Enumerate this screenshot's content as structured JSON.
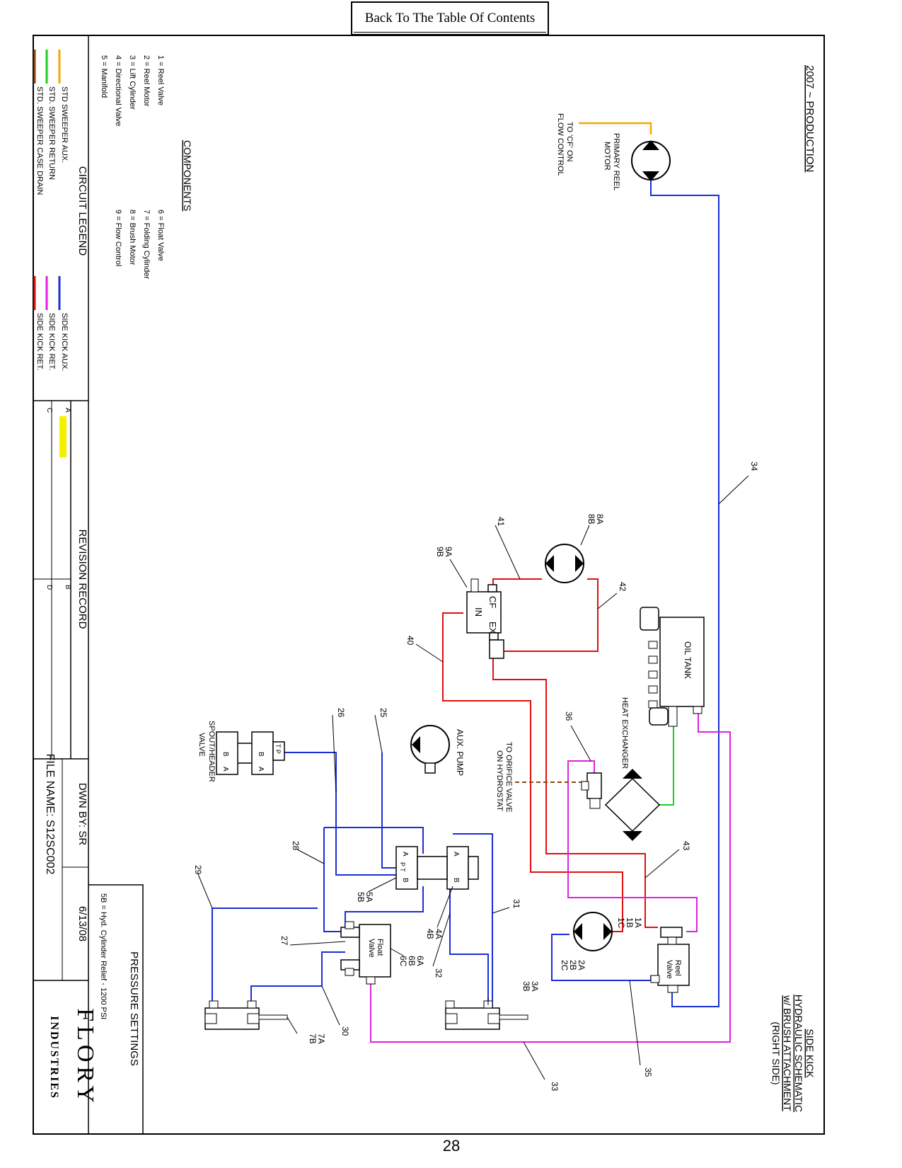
{
  "nav": {
    "toc_label": "Back To The Table Of Contents"
  },
  "page_number": "28",
  "title_block": {
    "production": "2007 ~ PRODUCTION",
    "title_line1": "SIDE KICK",
    "title_line2": "HYDRAULIC SCHEMATIC",
    "title_line3": "w/ BRUSH ATTACHMENT",
    "title_line4": "(RIGHT SIDE)",
    "dwn_by": "DWN BY: SR",
    "date": "6/13/08",
    "file_name": "FILE NAME: S12SC002",
    "company_line1": "FLORY",
    "company_line2": "INDUSTRIES",
    "pressure_title": "PRESSURE SETTINGS",
    "pressure_line": "5B = Hyd. Cylinder Relief - 1200 PSI"
  },
  "components": {
    "title": "COMPONENTS",
    "items": [
      "1 = Reel Valve",
      "2 = Reel Motor",
      "3 = Lift Cylinder",
      "4 = Directional Valve",
      "5 = Manifold",
      "6 = Float Valve",
      "7 = Folding Cylinder",
      "8 = Brush Motor",
      "9 = Flow Control"
    ]
  },
  "legend": {
    "title": "CIRCUIT LEGEND",
    "items": [
      {
        "label": "STD SWEEPER AUX.",
        "color": "#f5a800"
      },
      {
        "label": "STD. SWEEPER RETURN",
        "color": "#22cc22"
      },
      {
        "label": "STD. SWEEPER CASE DRAIN",
        "color": "#8b4513"
      },
      {
        "label": "SIDE KICK AUX.",
        "color": "#1a2fd6"
      },
      {
        "label": "SIDE KICK RET.",
        "color": "#e020e0"
      },
      {
        "label": "SIDE KICK RET.",
        "color": "#e01010"
      }
    ]
  },
  "revision": {
    "title": "REVISION RECORD",
    "a": "A",
    "b": "B",
    "c": "C",
    "d": "D"
  },
  "diagram": {
    "primary_motor": "PRIMARY REEL",
    "primary_motor2": "MOTOR",
    "cf_note1": "TO 'CF' ON",
    "cf_note2": "FLOW CONTROL",
    "oil_tank": "OIL TANK",
    "heat_exchanger": "HEAT EXCHANGER",
    "aux_pump": "AUX. PUMP",
    "orifice1": "TO ORIFICE VALVE",
    "orifice2": "ON HYDROSTAT",
    "spout1": "SPOUT/HEADER",
    "spout2": "VALVE",
    "reel_valve1": "Reel",
    "reel_valve2": "Valve",
    "float_valve1": "Float",
    "float_valve2": "Valve",
    "port_cf": "CF",
    "port_in": "IN",
    "port_ex": "EX",
    "callouts": {
      "c34": "34",
      "c41": "41",
      "c42": "42",
      "c40": "40",
      "c8a": "8A",
      "c8b": "8B",
      "c9a": "9A",
      "c9b": "9B",
      "c36": "36",
      "c43": "43",
      "c26": "26",
      "c25": "25",
      "c28": "28",
      "c29": "29",
      "c27": "27",
      "c31": "31",
      "c32": "32",
      "c30": "30",
      "c33": "33",
      "c35": "35",
      "c5a": "5A",
      "c5b": "5B",
      "c4a": "4A",
      "c4b": "4B",
      "c6a": "6A",
      "c6b": "6B",
      "c6c": "6C",
      "c3a": "3A",
      "c3b": "3B",
      "c7a": "7A",
      "c7b": "7B",
      "c1a": "1A",
      "c1b": "1B",
      "c1c": "1C",
      "c2a": "2A",
      "c2b": "2B",
      "c2c": "2C"
    }
  }
}
